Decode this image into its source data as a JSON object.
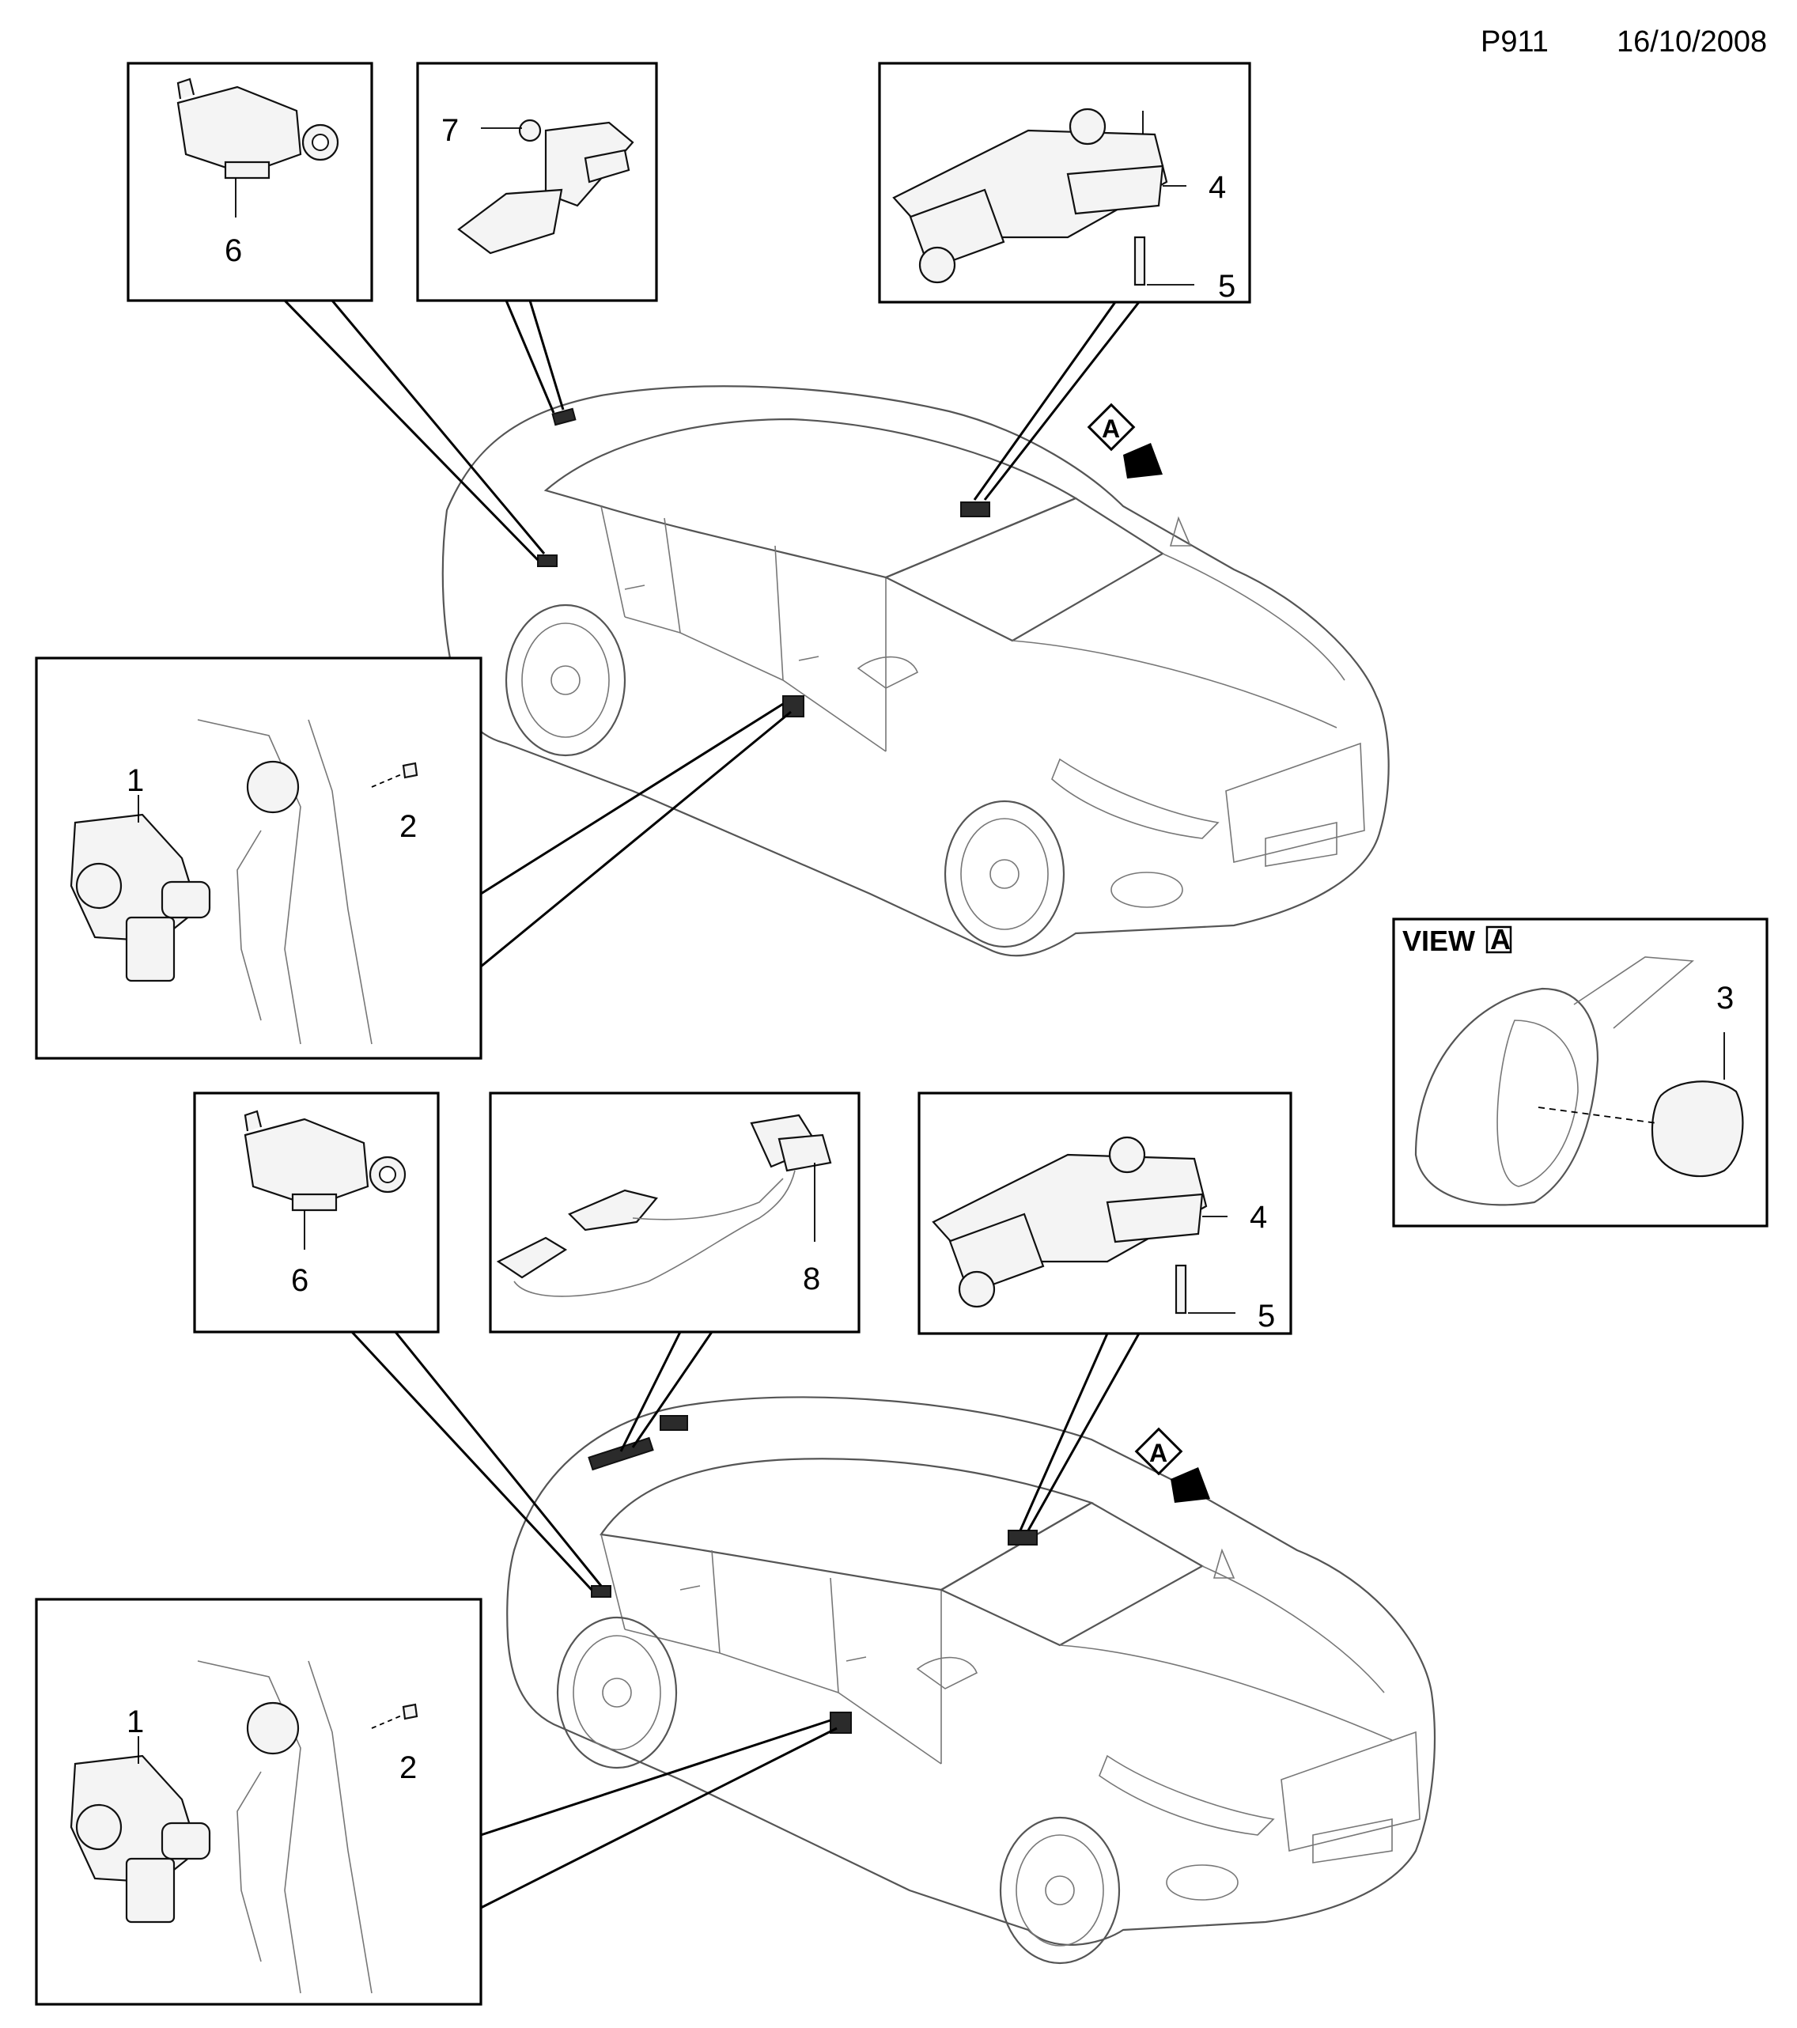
{
  "header": {
    "page_code": "P911",
    "date": "16/10/2008"
  },
  "callouts": {
    "c1": "1",
    "c2": "2",
    "c3": "3",
    "c4": "4",
    "c5": "5",
    "c6": "6",
    "c7": "7",
    "c8": "8"
  },
  "view_label": {
    "prefix": "VIEW",
    "letter": "A"
  },
  "view_arrow_letter": "A"
}
